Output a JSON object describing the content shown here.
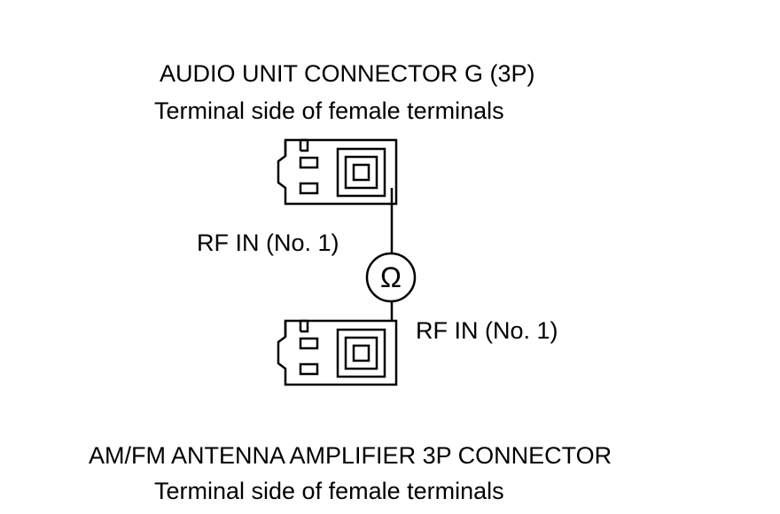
{
  "top_connector": {
    "title": "AUDIO UNIT CONNECTOR G (3P)",
    "subtitle": "Terminal side of female terminals",
    "pin_label": "RF IN (No. 1)"
  },
  "bottom_connector": {
    "title": "AM/FM ANTENNA AMPLIFIER 3P CONNECTOR",
    "subtitle": "Terminal side of female terminals",
    "pin_label": "RF IN (No. 1)"
  },
  "meter": {
    "symbol": "Ω",
    "icon": "ohmmeter-icon"
  },
  "colors": {
    "line": "#000000",
    "background": "#ffffff"
  }
}
